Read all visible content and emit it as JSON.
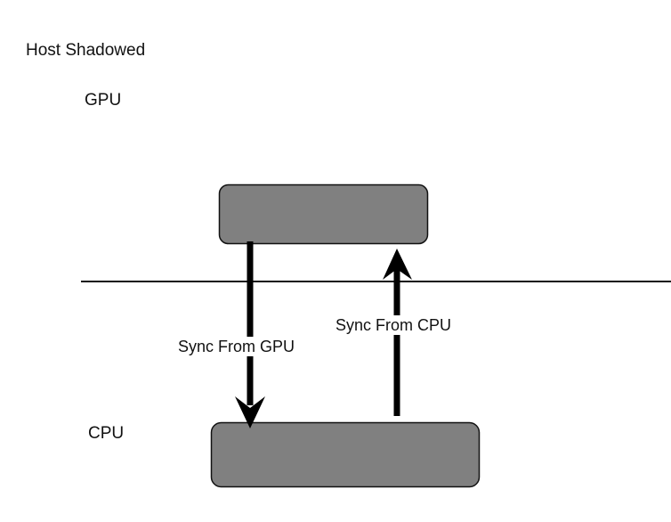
{
  "diagram": {
    "title": "Host Shadowed",
    "regions": {
      "gpu": "GPU",
      "cpu": "CPU"
    },
    "nodes": [
      {
        "id": "gpu-memory-box",
        "region": "GPU",
        "label": ""
      },
      {
        "id": "cpu-memory-box",
        "region": "CPU",
        "label": ""
      }
    ],
    "edges": [
      {
        "from": "gpu-memory-box",
        "to": "cpu-memory-box",
        "label": "Sync From GPU",
        "direction": "down"
      },
      {
        "from": "cpu-memory-box",
        "to": "gpu-memory-box",
        "label": "Sync From CPU",
        "direction": "up"
      }
    ],
    "colors": {
      "box_fill": "#808080",
      "box_stroke": "#111111",
      "line": "#111111",
      "background": "#ffffff",
      "text": "#111111"
    }
  }
}
